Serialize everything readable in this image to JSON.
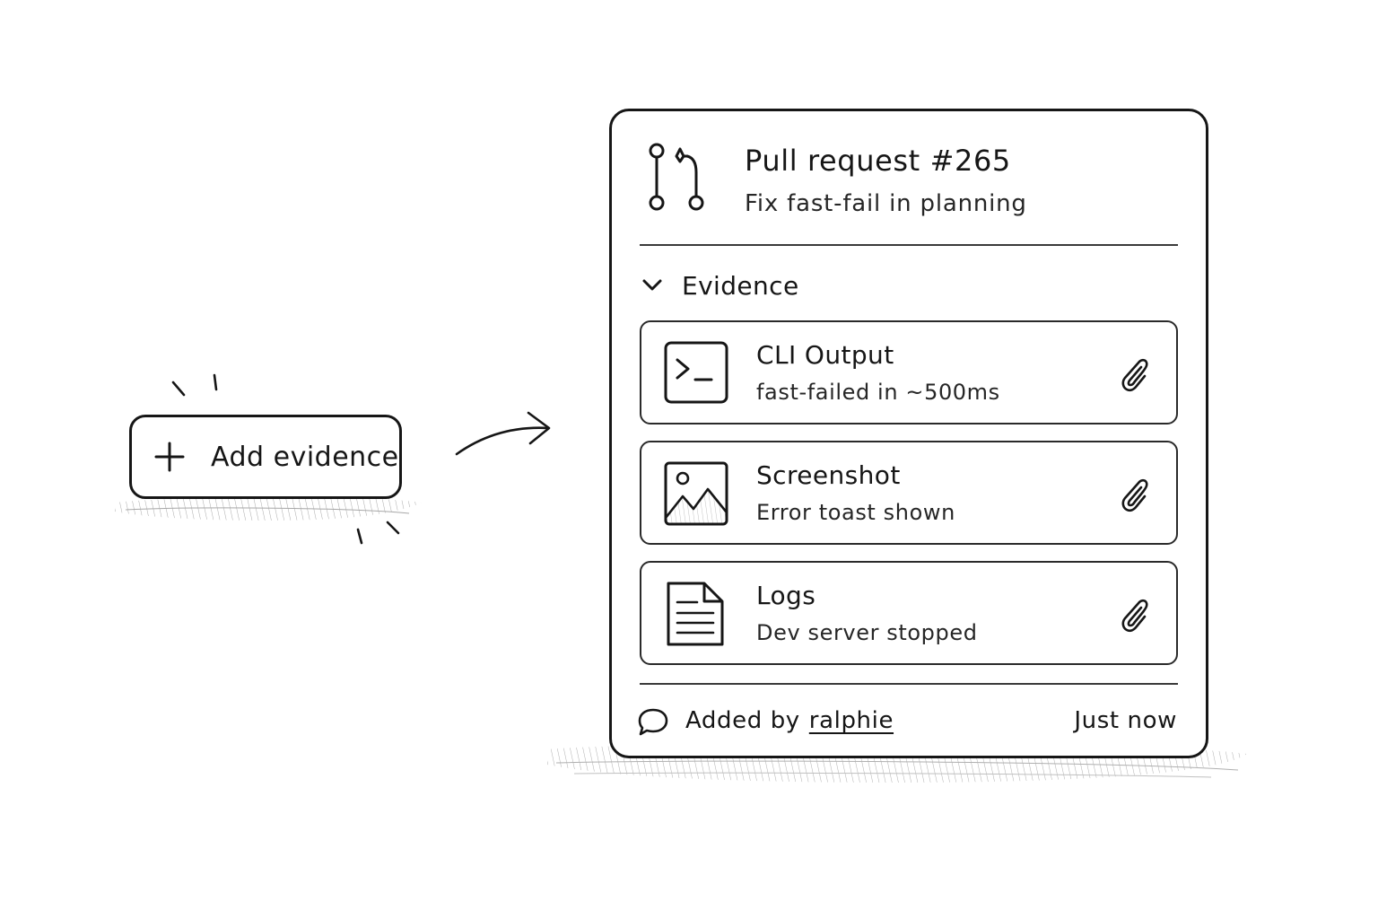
{
  "add_button": {
    "label": "Add evidence",
    "icon": "plus-icon"
  },
  "pull_request": {
    "icon": "git-pull-request-icon",
    "title": "Pull request #265",
    "subtitle": "Fix fast-fail in planning"
  },
  "evidence_section": {
    "label": "Evidence",
    "expanded": true,
    "items": [
      {
        "icon": "terminal-icon",
        "title": "CLI Output",
        "description": "fast-failed in ~500ms",
        "attachment_icon": "paperclip-icon"
      },
      {
        "icon": "image-icon",
        "title": "Screenshot",
        "description": "Error toast shown",
        "attachment_icon": "paperclip-icon"
      },
      {
        "icon": "document-icon",
        "title": "Logs",
        "description": "Dev server stopped",
        "attachment_icon": "paperclip-icon"
      }
    ]
  },
  "footer": {
    "icon": "comment-icon",
    "added_by_prefix": "Added by",
    "author": "ralphie",
    "timestamp": "Just now"
  },
  "colors": {
    "ink": "#161616",
    "background": "#ffffff"
  }
}
